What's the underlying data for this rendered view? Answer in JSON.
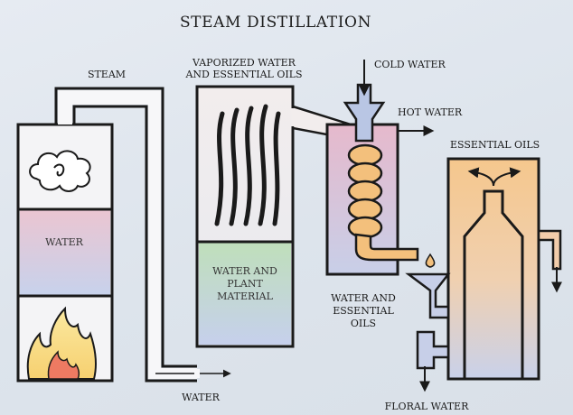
{
  "title": "STEAM DISTILLATION",
  "labels": {
    "steam": "STEAM",
    "vaporized_line1": "VAPORIZED WATER",
    "vaporized_line2": "AND ESSENTIAL OILS",
    "cold_water": "COLD WATER",
    "hot_water": "HOT WATER",
    "essential_oils": "ESSENTIAL OILS",
    "water_boiler": "WATER",
    "water_and_plant_line1": "WATER AND",
    "water_and_plant_line2": "PLANT",
    "water_and_plant_line3": "MATERIAL",
    "water_essential_line1": "WATER AND",
    "water_essential_line2": "ESSENTIAL",
    "water_essential_line3": "OILS",
    "water_bottom": "WATER",
    "floral_water": "FLORAL WATER"
  },
  "colors": {
    "outline": "#1a1a1a",
    "water_pink": "#e9c3cf",
    "water_blue": "#c9d2ea",
    "plant_green": "#c4e0bf",
    "oil_orange": "#f6c98e",
    "coil": "#f3c07c",
    "condenser_cold": "#c8cfe8",
    "condenser_hot": "#e6b9cc",
    "flame_yellow": "#f8e08a",
    "flame_red": "#ee7a62"
  }
}
